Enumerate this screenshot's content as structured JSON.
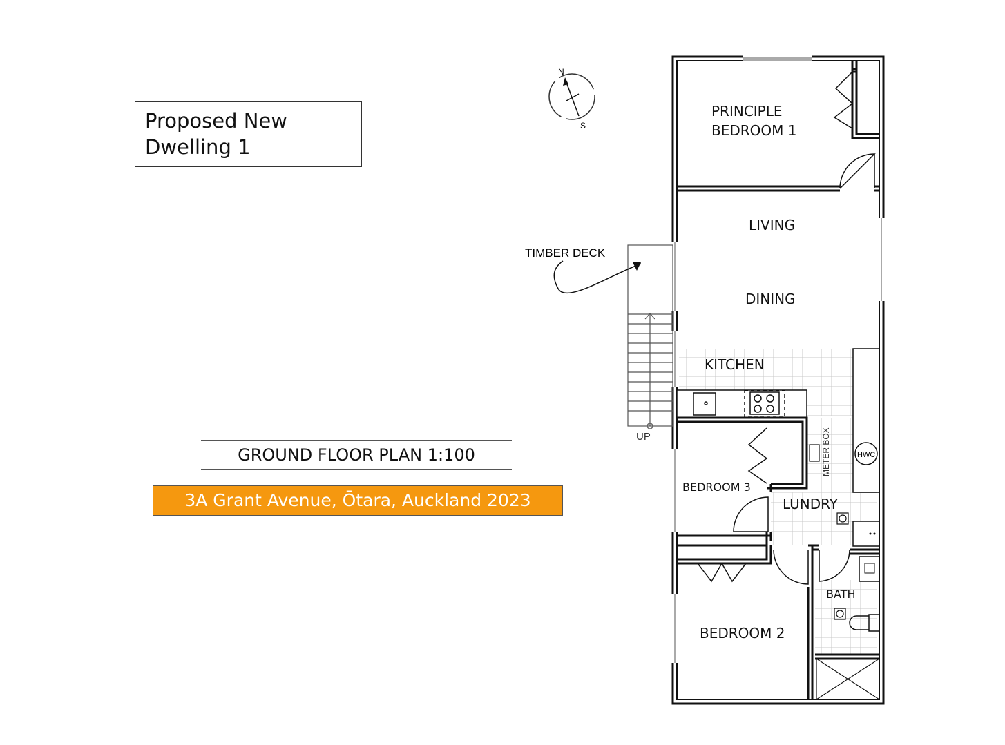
{
  "title": {
    "line1": "Proposed New",
    "line2": "Dwelling 1"
  },
  "plan_title": "GROUND FLOOR PLAN 1:100",
  "address": "3A Grant Avenue, Ōtara, Auckland 2023",
  "address_color": "#f5980f",
  "compass": {
    "north": "N",
    "south": "S"
  },
  "deck": {
    "label": "TIMBER DECK",
    "stairs": "UP"
  },
  "rooms": {
    "principle_line1": "PRINCIPLE",
    "principle_line2": "BEDROOM 1",
    "living": "LIVING",
    "dining": "DINING",
    "kitchen": "KITCHEN",
    "bedroom3": "BEDROOM 3",
    "laundry": "LUNDRY",
    "bath": "BATH",
    "bedroom2": "BEDROOM 2"
  },
  "fixtures": {
    "meter_box": "METER BOX",
    "hwc": "HWC"
  }
}
